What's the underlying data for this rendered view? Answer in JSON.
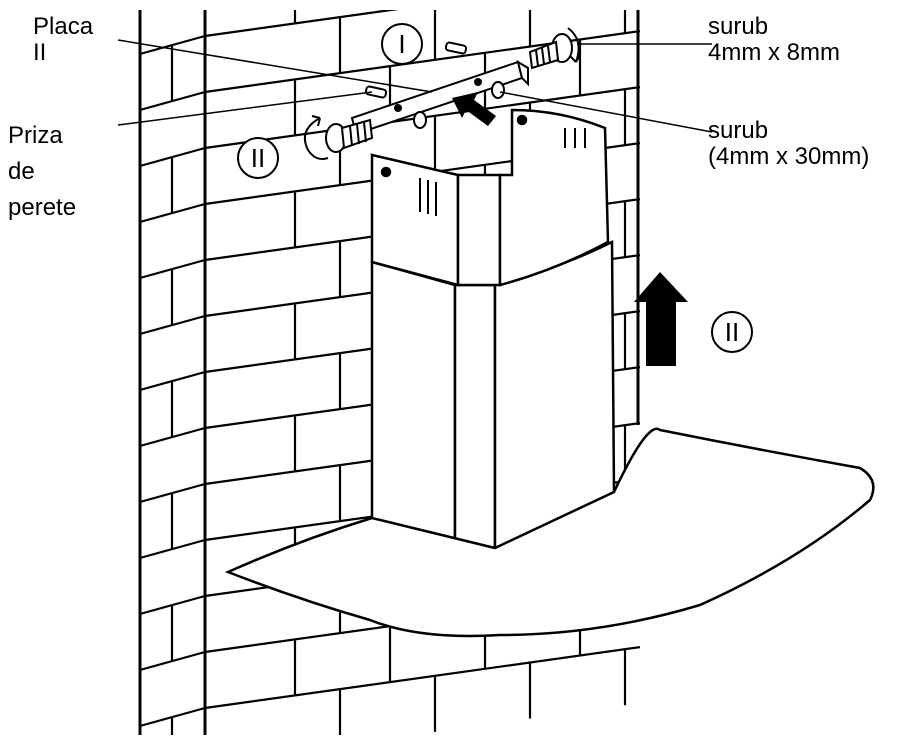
{
  "labels": {
    "placa": [
      "Placa",
      "II"
    ],
    "priza": [
      "Priza",
      "de",
      "perete"
    ],
    "surub_small": [
      "surub",
      "4mm x 8mm"
    ],
    "surub_large": [
      "surub",
      "(4mm x 30mm)"
    ]
  },
  "markers": {
    "step_top": "I",
    "step_left": "II",
    "step_right": "II"
  }
}
